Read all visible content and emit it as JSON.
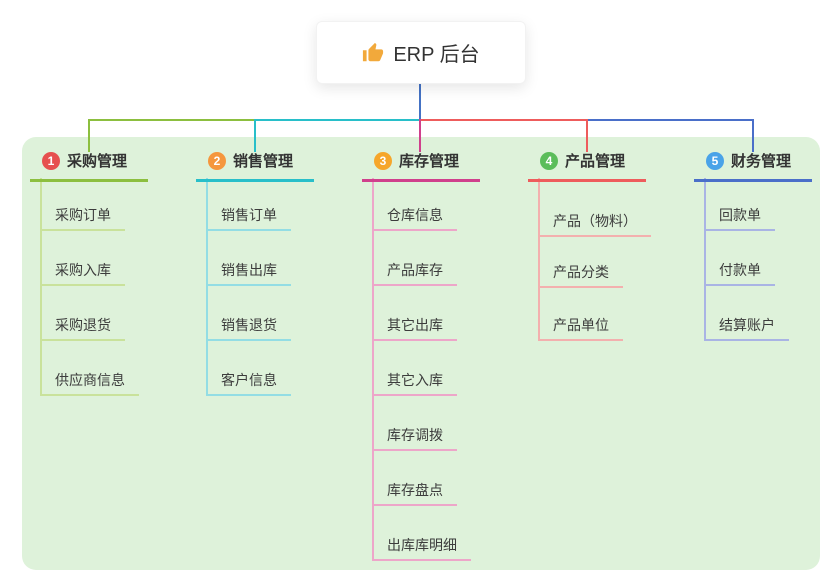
{
  "root": {
    "title": "ERP 后台",
    "icon": "thumbs-up-icon",
    "icon_color": "#f2a93b",
    "connector_color": "#4472c4"
  },
  "panel": {
    "background": "#def2da"
  },
  "branches": [
    {
      "index": "1",
      "label": "采购管理",
      "badge_color": "#e6504f",
      "line_color": "#8cbf3f",
      "item_line_color": "#c9e29b",
      "items": [
        "采购订单",
        "采购入库",
        "采购退货",
        "供应商信息"
      ]
    },
    {
      "index": "2",
      "label": "销售管理",
      "badge_color": "#f5973d",
      "line_color": "#28bfc9",
      "item_line_color": "#93dde4",
      "items": [
        "销售订单",
        "销售出库",
        "销售退货",
        "客户信息"
      ]
    },
    {
      "index": "3",
      "label": "库存管理",
      "badge_color": "#f6a62a",
      "line_color": "#d0408c",
      "item_line_color": "#eda6c9",
      "items": [
        "仓库信息",
        "产品库存",
        "其它出库",
        "其它入库",
        "库存调拨",
        "库存盘点",
        "出库库明细"
      ]
    },
    {
      "index": "4",
      "label": "产品管理",
      "badge_color": "#5bbd5a",
      "line_color": "#ee5c5c",
      "item_line_color": "#f3b0ae",
      "items": [
        "产品（物料）",
        "产品分类",
        "产品单位"
      ]
    },
    {
      "index": "5",
      "label": "财务管理",
      "badge_color": "#4aa3e8",
      "line_color": "#4a6fc9",
      "item_line_color": "#a9b4e4",
      "items": [
        "回款单",
        "付款单",
        "结算账户"
      ]
    }
  ]
}
